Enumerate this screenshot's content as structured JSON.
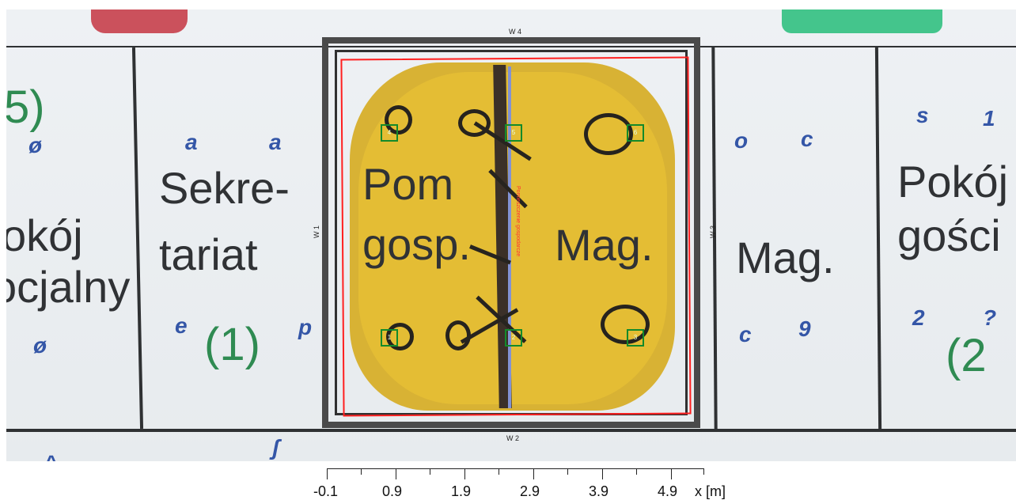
{
  "floor_plan": {
    "text": {
      "left_top_number": "5)",
      "left_room_line1": "okój",
      "left_room_line2": "ocjalny",
      "sekre_line1": "Sekre-",
      "sekre_line2": "tariat",
      "room_number_left": "(1)",
      "pom_line1": "Pom",
      "pom_line2": "gosp.",
      "mag_center": "Mag.",
      "mag_right": "Mag.",
      "right_room_line1": "Pokój",
      "right_room_line2": "gości",
      "room_number_right": "(2"
    },
    "wall_labels": {
      "top": "W 4",
      "bottom": "W 2",
      "left": "W 1",
      "right": "W 3"
    },
    "sensors": [
      "1",
      "2",
      "3",
      "4",
      "5",
      "6"
    ],
    "scale": {
      "ticks": [
        "-0.1",
        "0.9",
        "1.9",
        "2.9",
        "3.9",
        "4.9"
      ],
      "unit_label": "x [m]"
    },
    "colors": {
      "heat": "#d6ad24",
      "boundary": "#ff1f1f",
      "sensor": "#138a2b"
    }
  }
}
